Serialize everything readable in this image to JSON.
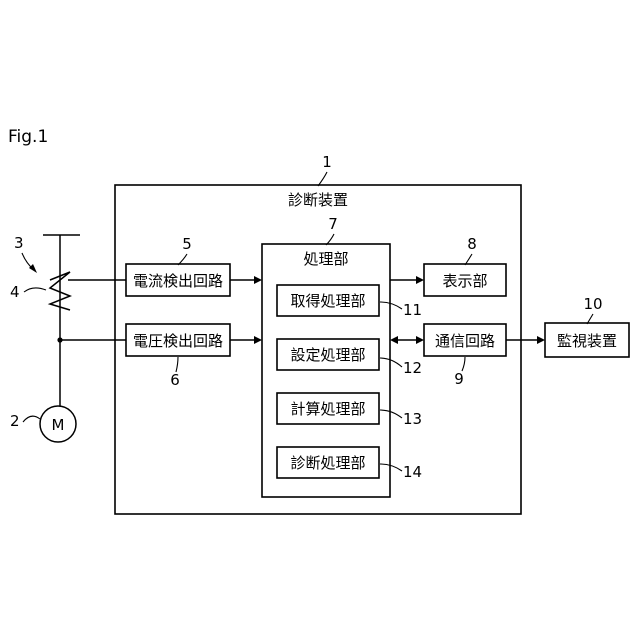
{
  "figure": {
    "label": "Fig.1"
  },
  "diagnostic_device": {
    "label": "診断装置",
    "ref": "1"
  },
  "processing_unit": {
    "label": "処理部",
    "ref": "7"
  },
  "current_detection_circuit": {
    "label": "電流検出回路",
    "ref": "5"
  },
  "voltage_detection_circuit": {
    "label": "電圧検出回路",
    "ref": "6"
  },
  "acquisition_unit": {
    "label": "取得処理部",
    "ref": "11"
  },
  "setting_unit": {
    "label": "設定処理部",
    "ref": "12"
  },
  "calculation_unit": {
    "label": "計算処理部",
    "ref": "13"
  },
  "diagnosis_unit": {
    "label": "診断処理部",
    "ref": "14"
  },
  "display_unit": {
    "label": "表示部",
    "ref": "8"
  },
  "communication_circuit": {
    "label": "通信回路",
    "ref": "9"
  },
  "monitoring_device": {
    "label": "監視装置",
    "ref": "10"
  },
  "power_line": {
    "ref": "3"
  },
  "current_sensor": {
    "ref": "4"
  },
  "motor": {
    "symbol": "M",
    "ref": "2"
  }
}
